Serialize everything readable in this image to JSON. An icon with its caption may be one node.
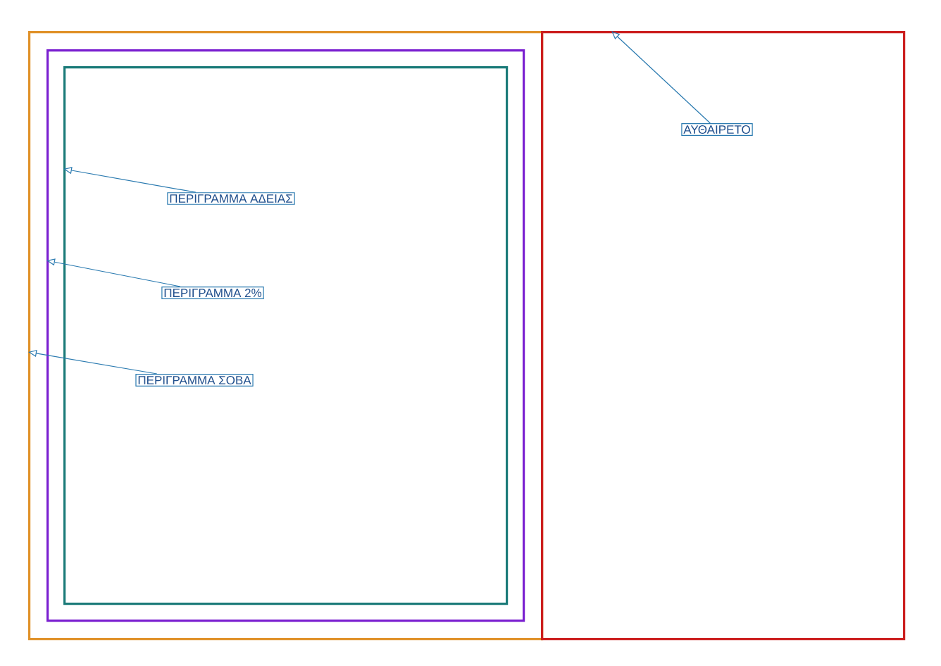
{
  "diagram": {
    "nodes": [
      {
        "text": [],
        "shape": "box"
      },
      {
        "text": [],
        "shape": "box",
        "in": 0
      },
      {
        "text": [],
        "shape": "box",
        "in": 1
      },
      {
        "text": [],
        "shape": "box"
      },
      {
        "text": [
          "ΑΥΘΑΙΡΕΤΟ"
        ],
        "in": 3
      },
      {
        "text": [
          "ΠΕΡΙΓΡΑΜΜΑ ΑΔΕΙΑΣ"
        ],
        "in": 2
      },
      {
        "text": [
          "ΠΕΡΙΓΡΑΜΜΑ 2%"
        ],
        "in": 2
      },
      {
        "text": [
          "ΠΕΡΙΓΡΑΜΜΑ ΣΟΒΑ"
        ],
        "in": 2
      }
    ],
    "edges": [
      {
        "from": 4,
        "to": 3,
        "arrow": "to"
      },
      {
        "from": 5,
        "to": 2,
        "arrow": "to"
      },
      {
        "from": 6,
        "to": 1,
        "arrow": "to"
      },
      {
        "from": 7,
        "to": 0,
        "arrow": "to"
      }
    ]
  }
}
